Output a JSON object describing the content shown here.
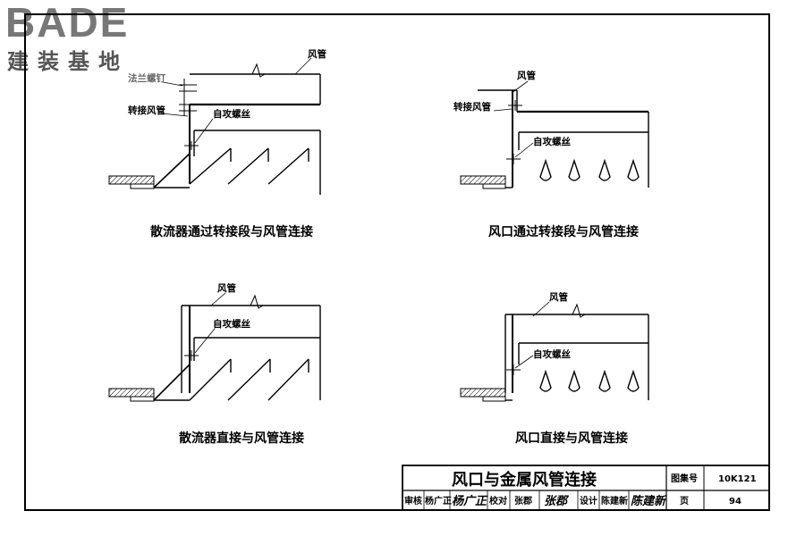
{
  "logo": {
    "text": "BADE",
    "subtitle": "建装基地"
  },
  "diagrams": {
    "d1": {
      "duct": "风管",
      "flange": "法兰螺钉",
      "transition": "转接风管",
      "screw": "自攻螺丝",
      "caption": "散流器通过转接段与风管连接"
    },
    "d2": {
      "duct": "风管",
      "transition": "转接风管",
      "screw": "自攻螺丝",
      "caption": "风口通过转接段与风管连接"
    },
    "d3": {
      "duct": "风管",
      "screw": "自攻螺丝",
      "caption": "散流器直接与风管连接"
    },
    "d4": {
      "duct": "风管",
      "screw": "自攻螺丝",
      "caption": "风口直接与风管连接"
    }
  },
  "title_block": {
    "title": "风口与金属风管连接",
    "atlas_label": "图集号",
    "atlas_value": "10K121",
    "page_label": "页",
    "page_value": "94",
    "review_label": "审核",
    "review_name": "杨广正",
    "review_sig": "杨广正",
    "check_label": "校对",
    "check_name": "张郡",
    "check_sig": "张郡",
    "design_label": "设计",
    "design_name": "陈建新",
    "design_sig": "陈建新"
  }
}
